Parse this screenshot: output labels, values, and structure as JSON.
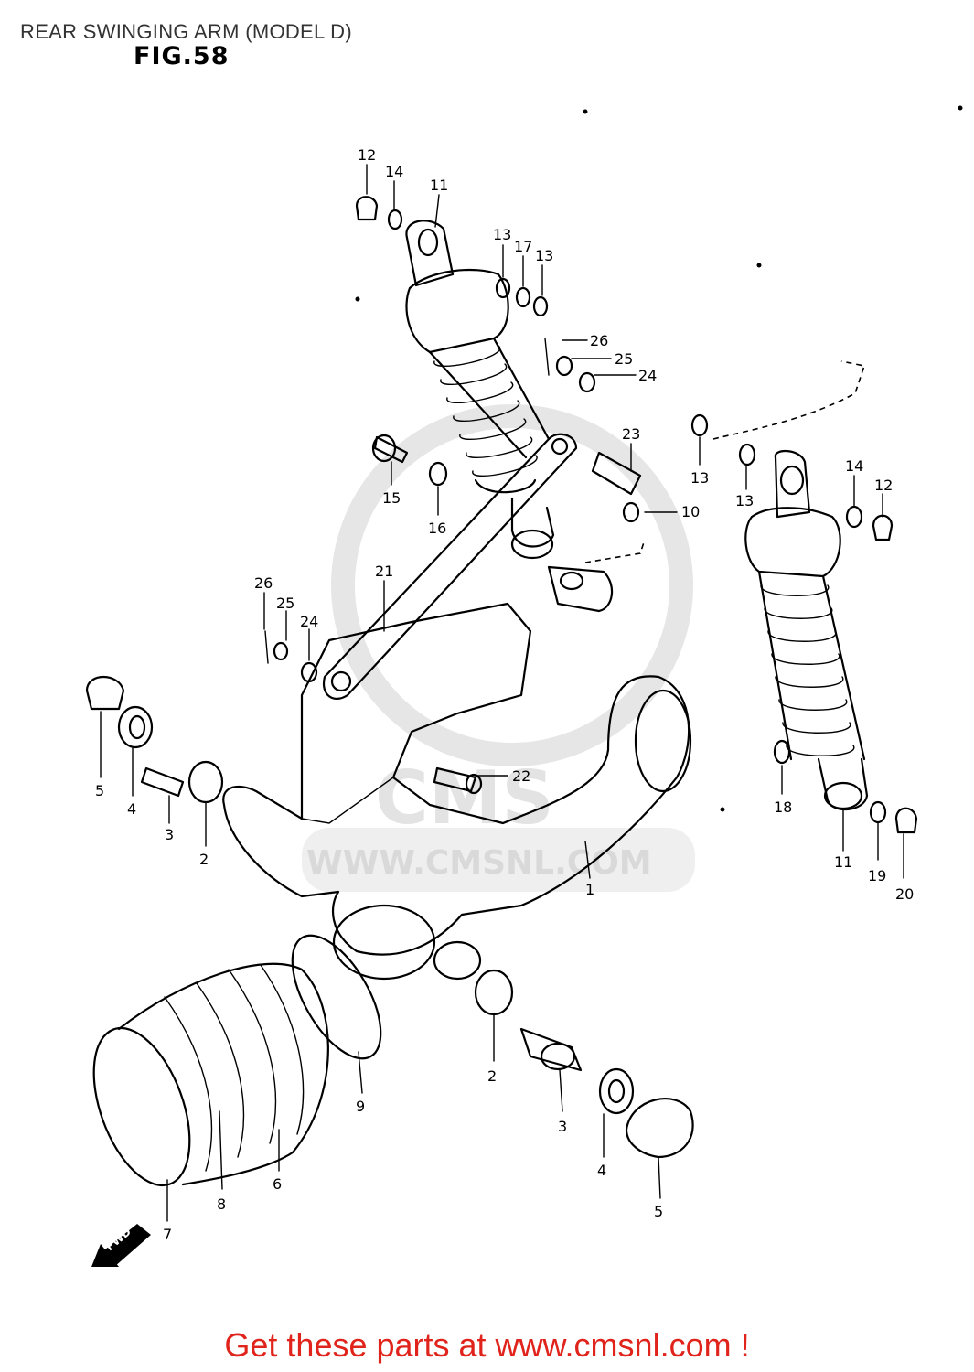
{
  "page": {
    "title": "REAR SWINGING ARM (MODEL D)",
    "figure": "FIG.58",
    "footer": "Get these parts at www.cmsnl.com !"
  },
  "watermark": {
    "logo": "CMS",
    "url": "WWW.CMSNL.COM"
  },
  "direction_marker": "FWD",
  "callouts": [
    {
      "id": "c12a",
      "label": "12"
    },
    {
      "id": "c14a",
      "label": "14"
    },
    {
      "id": "c11a",
      "label": "11"
    },
    {
      "id": "c13a",
      "label": "13"
    },
    {
      "id": "c17",
      "label": "17"
    },
    {
      "id": "c13b",
      "label": "13"
    },
    {
      "id": "c26a",
      "label": "26"
    },
    {
      "id": "c25a",
      "label": "25"
    },
    {
      "id": "c24a",
      "label": "24"
    },
    {
      "id": "c23",
      "label": "23"
    },
    {
      "id": "c13c",
      "label": "13"
    },
    {
      "id": "c13d",
      "label": "13"
    },
    {
      "id": "c10",
      "label": "10"
    },
    {
      "id": "c14b",
      "label": "14"
    },
    {
      "id": "c12b",
      "label": "12"
    },
    {
      "id": "c15",
      "label": "15"
    },
    {
      "id": "c16",
      "label": "16"
    },
    {
      "id": "c21",
      "label": "21"
    },
    {
      "id": "c26b",
      "label": "26"
    },
    {
      "id": "c25b",
      "label": "25"
    },
    {
      "id": "c24b",
      "label": "24"
    },
    {
      "id": "c22",
      "label": "22"
    },
    {
      "id": "c18",
      "label": "18"
    },
    {
      "id": "c11b",
      "label": "11"
    },
    {
      "id": "c19",
      "label": "19"
    },
    {
      "id": "c20",
      "label": "20"
    },
    {
      "id": "c5a",
      "label": "5"
    },
    {
      "id": "c4a",
      "label": "4"
    },
    {
      "id": "c3a",
      "label": "3"
    },
    {
      "id": "c2a",
      "label": "2"
    },
    {
      "id": "c1",
      "label": "1"
    },
    {
      "id": "c9",
      "label": "9"
    },
    {
      "id": "c2b",
      "label": "2"
    },
    {
      "id": "c3b",
      "label": "3"
    },
    {
      "id": "c4b",
      "label": "4"
    },
    {
      "id": "c5b",
      "label": "5"
    },
    {
      "id": "c6",
      "label": "6"
    },
    {
      "id": "c7",
      "label": "7"
    },
    {
      "id": "c8",
      "label": "8"
    }
  ]
}
